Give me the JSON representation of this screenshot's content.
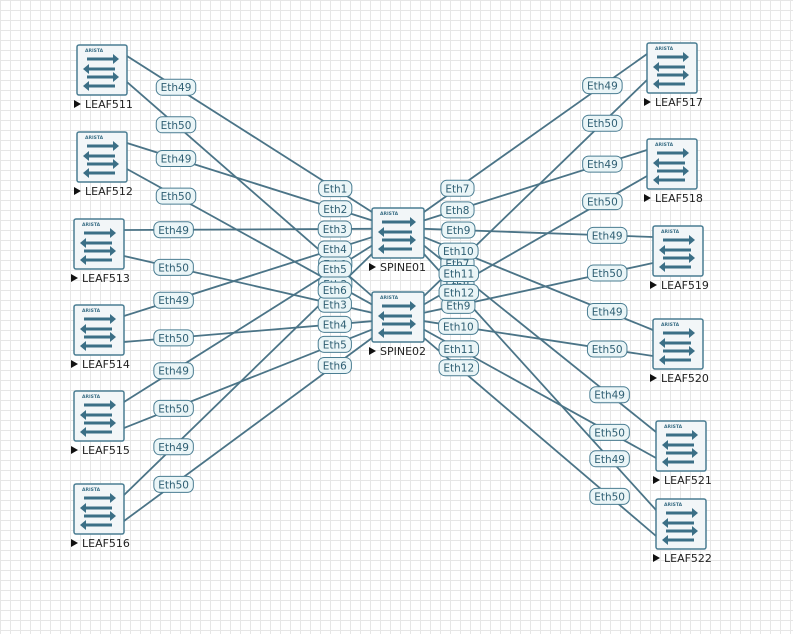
{
  "colors": {
    "link": "#4b7487",
    "device_border": "#4a7d92",
    "port_fill": "#eaf5f7",
    "text": "#222222"
  },
  "device_brand": "ARISTA",
  "devices": [
    {
      "id": "LEAF511",
      "label": "LEAF511"
    },
    {
      "id": "LEAF512",
      "label": "LEAF512"
    },
    {
      "id": "LEAF513",
      "label": "LEAF513"
    },
    {
      "id": "LEAF514",
      "label": "LEAF514"
    },
    {
      "id": "LEAF515",
      "label": "LEAF515"
    },
    {
      "id": "LEAF516",
      "label": "LEAF516"
    },
    {
      "id": "LEAF517",
      "label": "LEAF517"
    },
    {
      "id": "LEAF518",
      "label": "LEAF518"
    },
    {
      "id": "LEAF519",
      "label": "LEAF519"
    },
    {
      "id": "LEAF520",
      "label": "LEAF520"
    },
    {
      "id": "LEAF521",
      "label": "LEAF521"
    },
    {
      "id": "LEAF522",
      "label": "LEAF522"
    },
    {
      "id": "SPINE01",
      "label": "SPINE01"
    },
    {
      "id": "SPINE02",
      "label": "SPINE02"
    }
  ],
  "links": [
    {
      "a": "LEAF511",
      "a_port": "Eth49",
      "b": "SPINE01",
      "b_port": "Eth1"
    },
    {
      "a": "LEAF511",
      "a_port": "Eth50",
      "b": "SPINE02",
      "b_port": "Eth1"
    },
    {
      "a": "LEAF512",
      "a_port": "Eth49",
      "b": "SPINE01",
      "b_port": "Eth2"
    },
    {
      "a": "LEAF512",
      "a_port": "Eth50",
      "b": "SPINE02",
      "b_port": "Eth2"
    },
    {
      "a": "LEAF513",
      "a_port": "Eth49",
      "b": "SPINE01",
      "b_port": "Eth3"
    },
    {
      "a": "LEAF513",
      "a_port": "Eth50",
      "b": "SPINE02",
      "b_port": "Eth3"
    },
    {
      "a": "LEAF514",
      "a_port": "Eth49",
      "b": "SPINE01",
      "b_port": "Eth4"
    },
    {
      "a": "LEAF514",
      "a_port": "Eth50",
      "b": "SPINE02",
      "b_port": "Eth4"
    },
    {
      "a": "LEAF515",
      "a_port": "Eth49",
      "b": "SPINE01",
      "b_port": "Eth5"
    },
    {
      "a": "LEAF515",
      "a_port": "Eth50",
      "b": "SPINE02",
      "b_port": "Eth5"
    },
    {
      "a": "LEAF516",
      "a_port": "Eth49",
      "b": "SPINE01",
      "b_port": "Eth6"
    },
    {
      "a": "LEAF516",
      "a_port": "Eth50",
      "b": "SPINE02",
      "b_port": "Eth6"
    },
    {
      "a": "LEAF517",
      "a_port": "Eth49",
      "b": "SPINE01",
      "b_port": "Eth7"
    },
    {
      "a": "LEAF517",
      "a_port": "Eth50",
      "b": "SPINE02",
      "b_port": "Eth7"
    },
    {
      "a": "LEAF518",
      "a_port": "Eth49",
      "b": "SPINE01",
      "b_port": "Eth8"
    },
    {
      "a": "LEAF518",
      "a_port": "Eth50",
      "b": "SPINE02",
      "b_port": "Eth8"
    },
    {
      "a": "LEAF519",
      "a_port": "Eth49",
      "b": "SPINE01",
      "b_port": "Eth9"
    },
    {
      "a": "LEAF519",
      "a_port": "Eth50",
      "b": "SPINE02",
      "b_port": "Eth9"
    },
    {
      "a": "LEAF520",
      "a_port": "Eth49",
      "b": "SPINE01",
      "b_port": "Eth10"
    },
    {
      "a": "LEAF520",
      "a_port": "Eth50",
      "b": "SPINE02",
      "b_port": "Eth10"
    },
    {
      "a": "LEAF521",
      "a_port": "Eth49",
      "b": "SPINE01",
      "b_port": "Eth11"
    },
    {
      "a": "LEAF521",
      "a_port": "Eth50",
      "b": "SPINE02",
      "b_port": "Eth11"
    },
    {
      "a": "LEAF522",
      "a_port": "Eth49",
      "b": "SPINE01",
      "b_port": "Eth12"
    },
    {
      "a": "LEAF522",
      "a_port": "Eth50",
      "b": "SPINE02",
      "b_port": "Eth12"
    }
  ]
}
